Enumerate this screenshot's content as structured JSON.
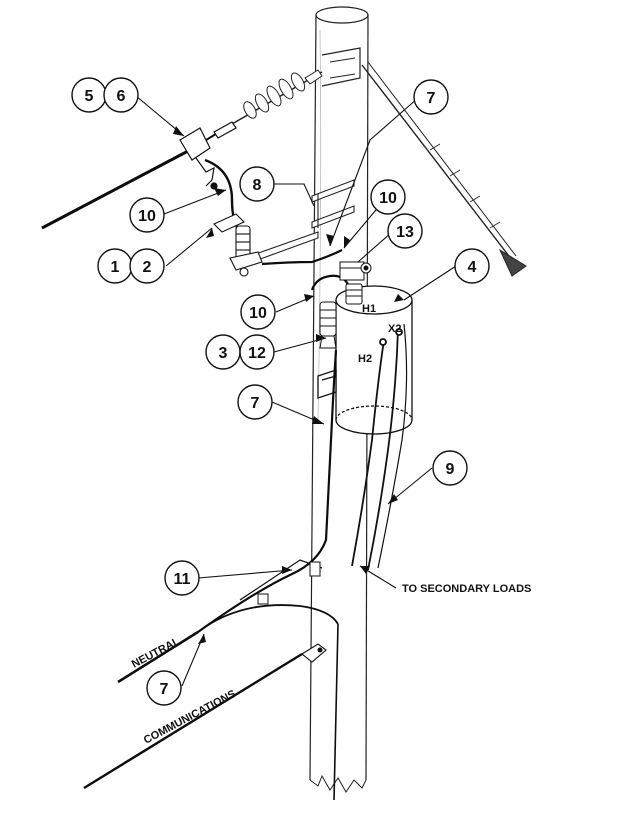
{
  "labels": {
    "neutral": "NEUTRAL",
    "communications": "COMMUNICATIONS",
    "to_secondary_loads": "TO SECONDARY LOADS"
  },
  "terminals": {
    "h1": "H1",
    "h2": "H2",
    "x2": "X2"
  },
  "callouts": {
    "c5": "5",
    "c6": "6",
    "c10_left": "10",
    "c1": "1",
    "c2": "2",
    "c8": "8",
    "c7_top": "7",
    "c10_top": "10",
    "c13": "13",
    "c4": "4",
    "c10_mid": "10",
    "c3": "3",
    "c12": "12",
    "c7_mid": "7",
    "c9": "9",
    "c11": "11",
    "c7_bottom": "7"
  },
  "colors": {
    "ink": "#111111",
    "paper": "#ffffff",
    "conductor": "#0d0d0d"
  }
}
